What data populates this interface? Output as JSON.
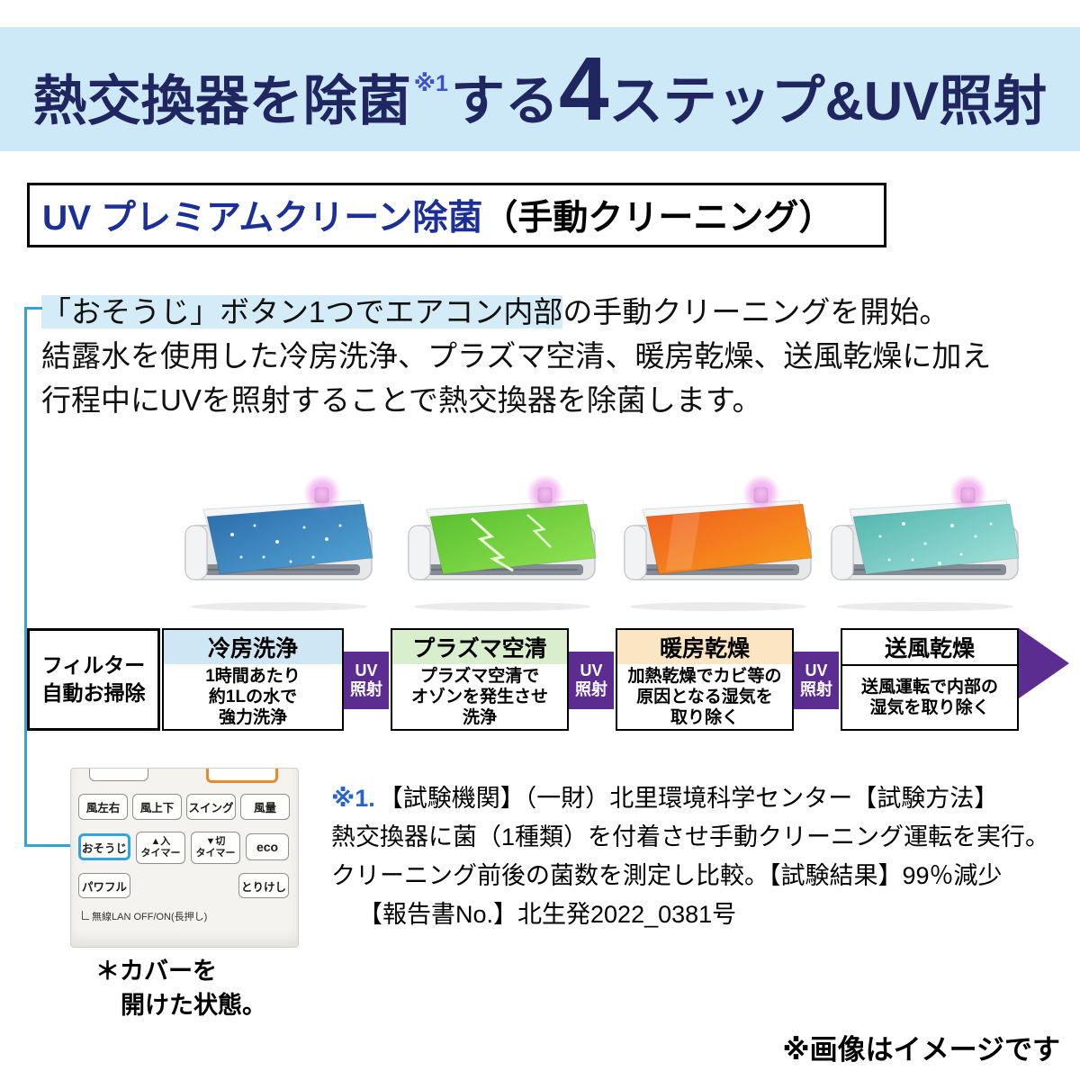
{
  "colors": {
    "banner_bg": "#cde9f7",
    "title_navy": "#20265f",
    "section_title_blue": "#1c2f96",
    "highlight_blue": "#d4ebf8",
    "connector_blue": "#2fa5dc",
    "uv_purple": "#5b2d90",
    "step_cooling_bg": "#cfe6f5",
    "step_plasma_bg": "#d9eecd",
    "step_heating_bg": "#fbe5c2",
    "step_fan_bg": "#ffffff",
    "ac_sheet_blue": "#2a6aa8",
    "ac_sheet_green": "#55bd2c",
    "ac_sheet_orange": "#ee5a20",
    "ac_sheet_teal": "#4db3ac"
  },
  "banner": {
    "part1": "熱交換器を除菌",
    "sup": "※1",
    "part2": "する",
    "big": "4",
    "part3": "ステップ&UV照射"
  },
  "section_title": {
    "main": "UV プレミアムクリーン除菌",
    "sub": "（手動クリーニング）"
  },
  "paragraph": {
    "l1_highlight": "「おそうじ」ボタン1つでエアコン内部",
    "l1_rest": "の手動クリーニングを開始。",
    "l2": "結露水を使用した冷房洗浄、プラズマ空清、暖房乾燥、送風乾燥に加え",
    "l3": "行程中にUVを照射することで熱交換器を除菌します。"
  },
  "flow": {
    "filter": {
      "l1": "フィルター",
      "l2": "自動お掃除"
    },
    "uv": {
      "l1": "UV",
      "l2": "照射"
    },
    "steps": [
      {
        "title": "冷房洗浄",
        "bg": "#cfe6f5",
        "body": [
          "1時間あたり",
          "約1Lの水で",
          "強力洗浄"
        ]
      },
      {
        "title": "プラズマ空清",
        "bg": "#d9eecd",
        "body": [
          "プラズマ空清で",
          "オゾンを発生させ",
          "洗浄"
        ]
      },
      {
        "title": "暖房乾燥",
        "bg": "#fbe5c2",
        "body": [
          "加熱乾燥でカビ等の",
          "原因となる湿気を",
          "取り除く"
        ]
      },
      {
        "title": "送風乾燥",
        "bg": "#ffffff",
        "body": [
          "送風運転で内部の",
          "湿気を取り除く"
        ]
      }
    ]
  },
  "remote": {
    "row1": [
      "風左右",
      "風上下",
      "スイング",
      "風量"
    ],
    "osouji": "おそうじ",
    "timer_on": {
      "top": "▲入",
      "bottom": "タイマー"
    },
    "timer_off": {
      "top": "▼切",
      "bottom": "タイマー"
    },
    "eco": "eco",
    "powerful": "パワフル",
    "cancel": "とりけし",
    "lan_note": "無線LAN OFF/ON(長押し)",
    "caption_l1": "＊カバーを",
    "caption_l2": "開けた状態。"
  },
  "footnote": {
    "marker": "※1.",
    "l1": "【試験機関】（一財）北里環境科学センター【試験方法】",
    "l2": "熱交換器に菌（1種類）を付着させ手動クリーニング運転を実行。",
    "l3": "クリーニング前後の菌数を測定し比較。【試験結果】99％減少",
    "l4": "【報告書No.】北生発2022_0381号"
  },
  "image_note": "※画像はイメージです"
}
